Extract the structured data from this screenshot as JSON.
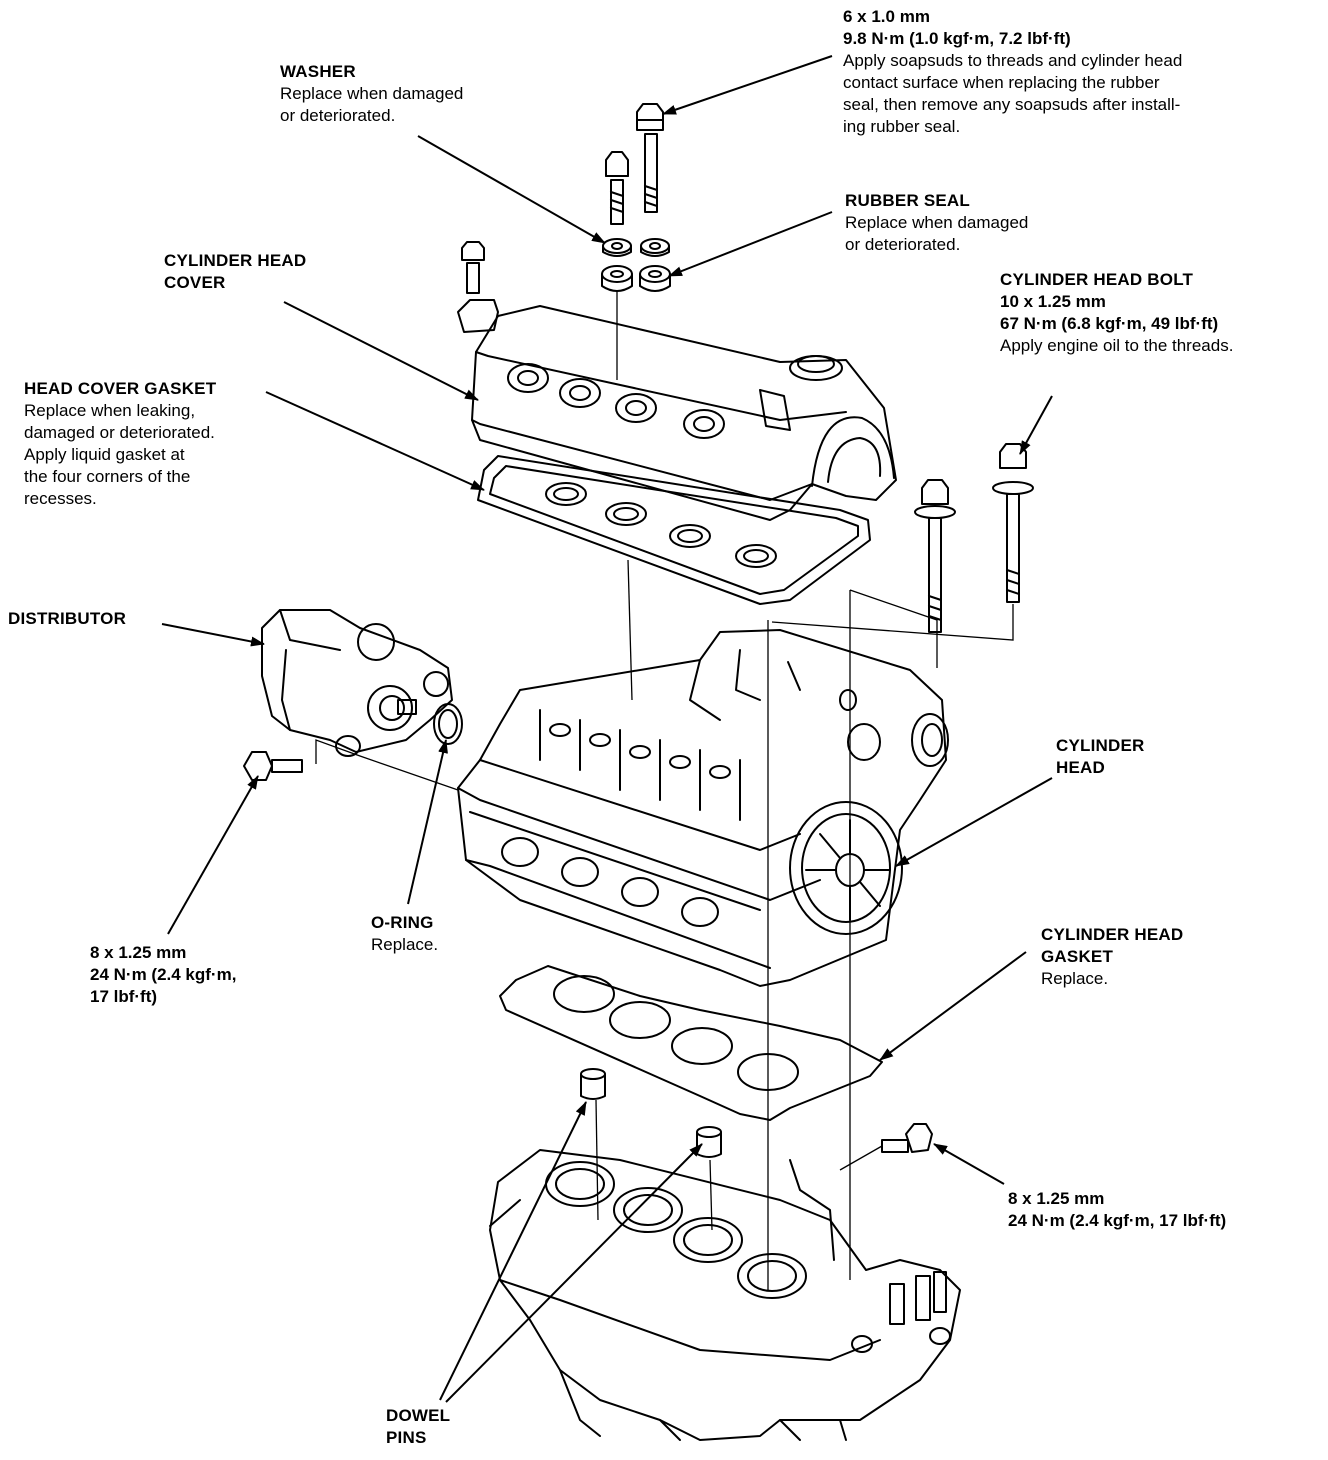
{
  "callouts": {
    "top_bolt": {
      "spec1": "6 x 1.0 mm",
      "spec2": "9.8 N·m (1.0 kgf·m, 7.2 lbf·ft)",
      "note1": "Apply soapsuds to threads and cylinder head",
      "note2": "contact surface when replacing the rubber",
      "note3": "seal, then remove any soapsuds after install-",
      "note4": "ing rubber seal."
    },
    "washer": {
      "title": "WASHER",
      "note1": "Replace when damaged",
      "note2": "or deteriorated."
    },
    "rubber_seal": {
      "title": "RUBBER SEAL",
      "note1": "Replace when damaged",
      "note2": "or deteriorated."
    },
    "cylinder_head_cover": {
      "title1": "CYLINDER HEAD",
      "title2": "COVER"
    },
    "cylinder_head_bolt": {
      "title": "CYLINDER HEAD BOLT",
      "spec1": "10 x 1.25 mm",
      "spec2": "67 N·m (6.8 kgf·m, 49 lbf·ft)",
      "note": "Apply engine oil to the threads."
    },
    "head_cover_gasket": {
      "title": "HEAD COVER GASKET",
      "note1": "Replace when leaking,",
      "note2": "damaged or deteriorated.",
      "note3": "Apply liquid gasket at",
      "note4": "the four corners of the",
      "note5": "recesses."
    },
    "distributor": {
      "title": "DISTRIBUTOR"
    },
    "cylinder_head": {
      "title1": "CYLINDER",
      "title2": "HEAD"
    },
    "o_ring": {
      "title": "O-RING",
      "note": "Replace."
    },
    "distributor_bolt": {
      "spec1": "8 x 1.25 mm",
      "spec2": "24 N·m (2.4 kgf·m,",
      "spec3": "17 lbf·ft)"
    },
    "cylinder_head_gasket": {
      "title1": "CYLINDER HEAD",
      "title2": "GASKET",
      "note": "Replace."
    },
    "block_bolt": {
      "spec1": "8 x 1.25 mm",
      "spec2": "24 N·m (2.4 kgf·m, 17 lbf·ft)"
    },
    "dowel_pins": {
      "title1": "DOWEL",
      "title2": "PINS"
    }
  }
}
